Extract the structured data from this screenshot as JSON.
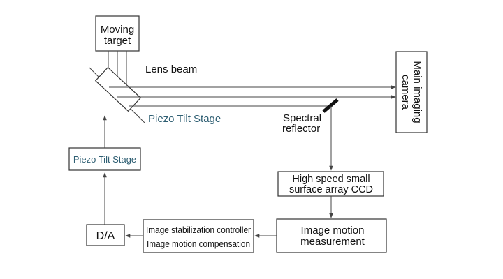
{
  "labels": {
    "moving_target": [
      "Moving",
      "target"
    ],
    "lens_beam": "Lens beam",
    "main_imaging_camera": [
      "Main imaging",
      "camera"
    ],
    "piezo_tilt_stage_mirror": "Piezo Tilt Stage",
    "spectral_reflector": [
      "Spectral",
      "reflector"
    ],
    "piezo_tilt_stage_box": "Piezo Tilt Stage",
    "high_speed_ccd": [
      "High speed small",
      "surface array CCD"
    ],
    "image_motion_measurement": [
      "Image motion",
      "measurement"
    ],
    "stabilization_controller": [
      "Image stabilization controller",
      "Image motion compensation"
    ],
    "da": "D/A"
  },
  "colors": {
    "stroke": "#333333",
    "teal_text": "#2f5f73",
    "reflector": "#111111"
  }
}
